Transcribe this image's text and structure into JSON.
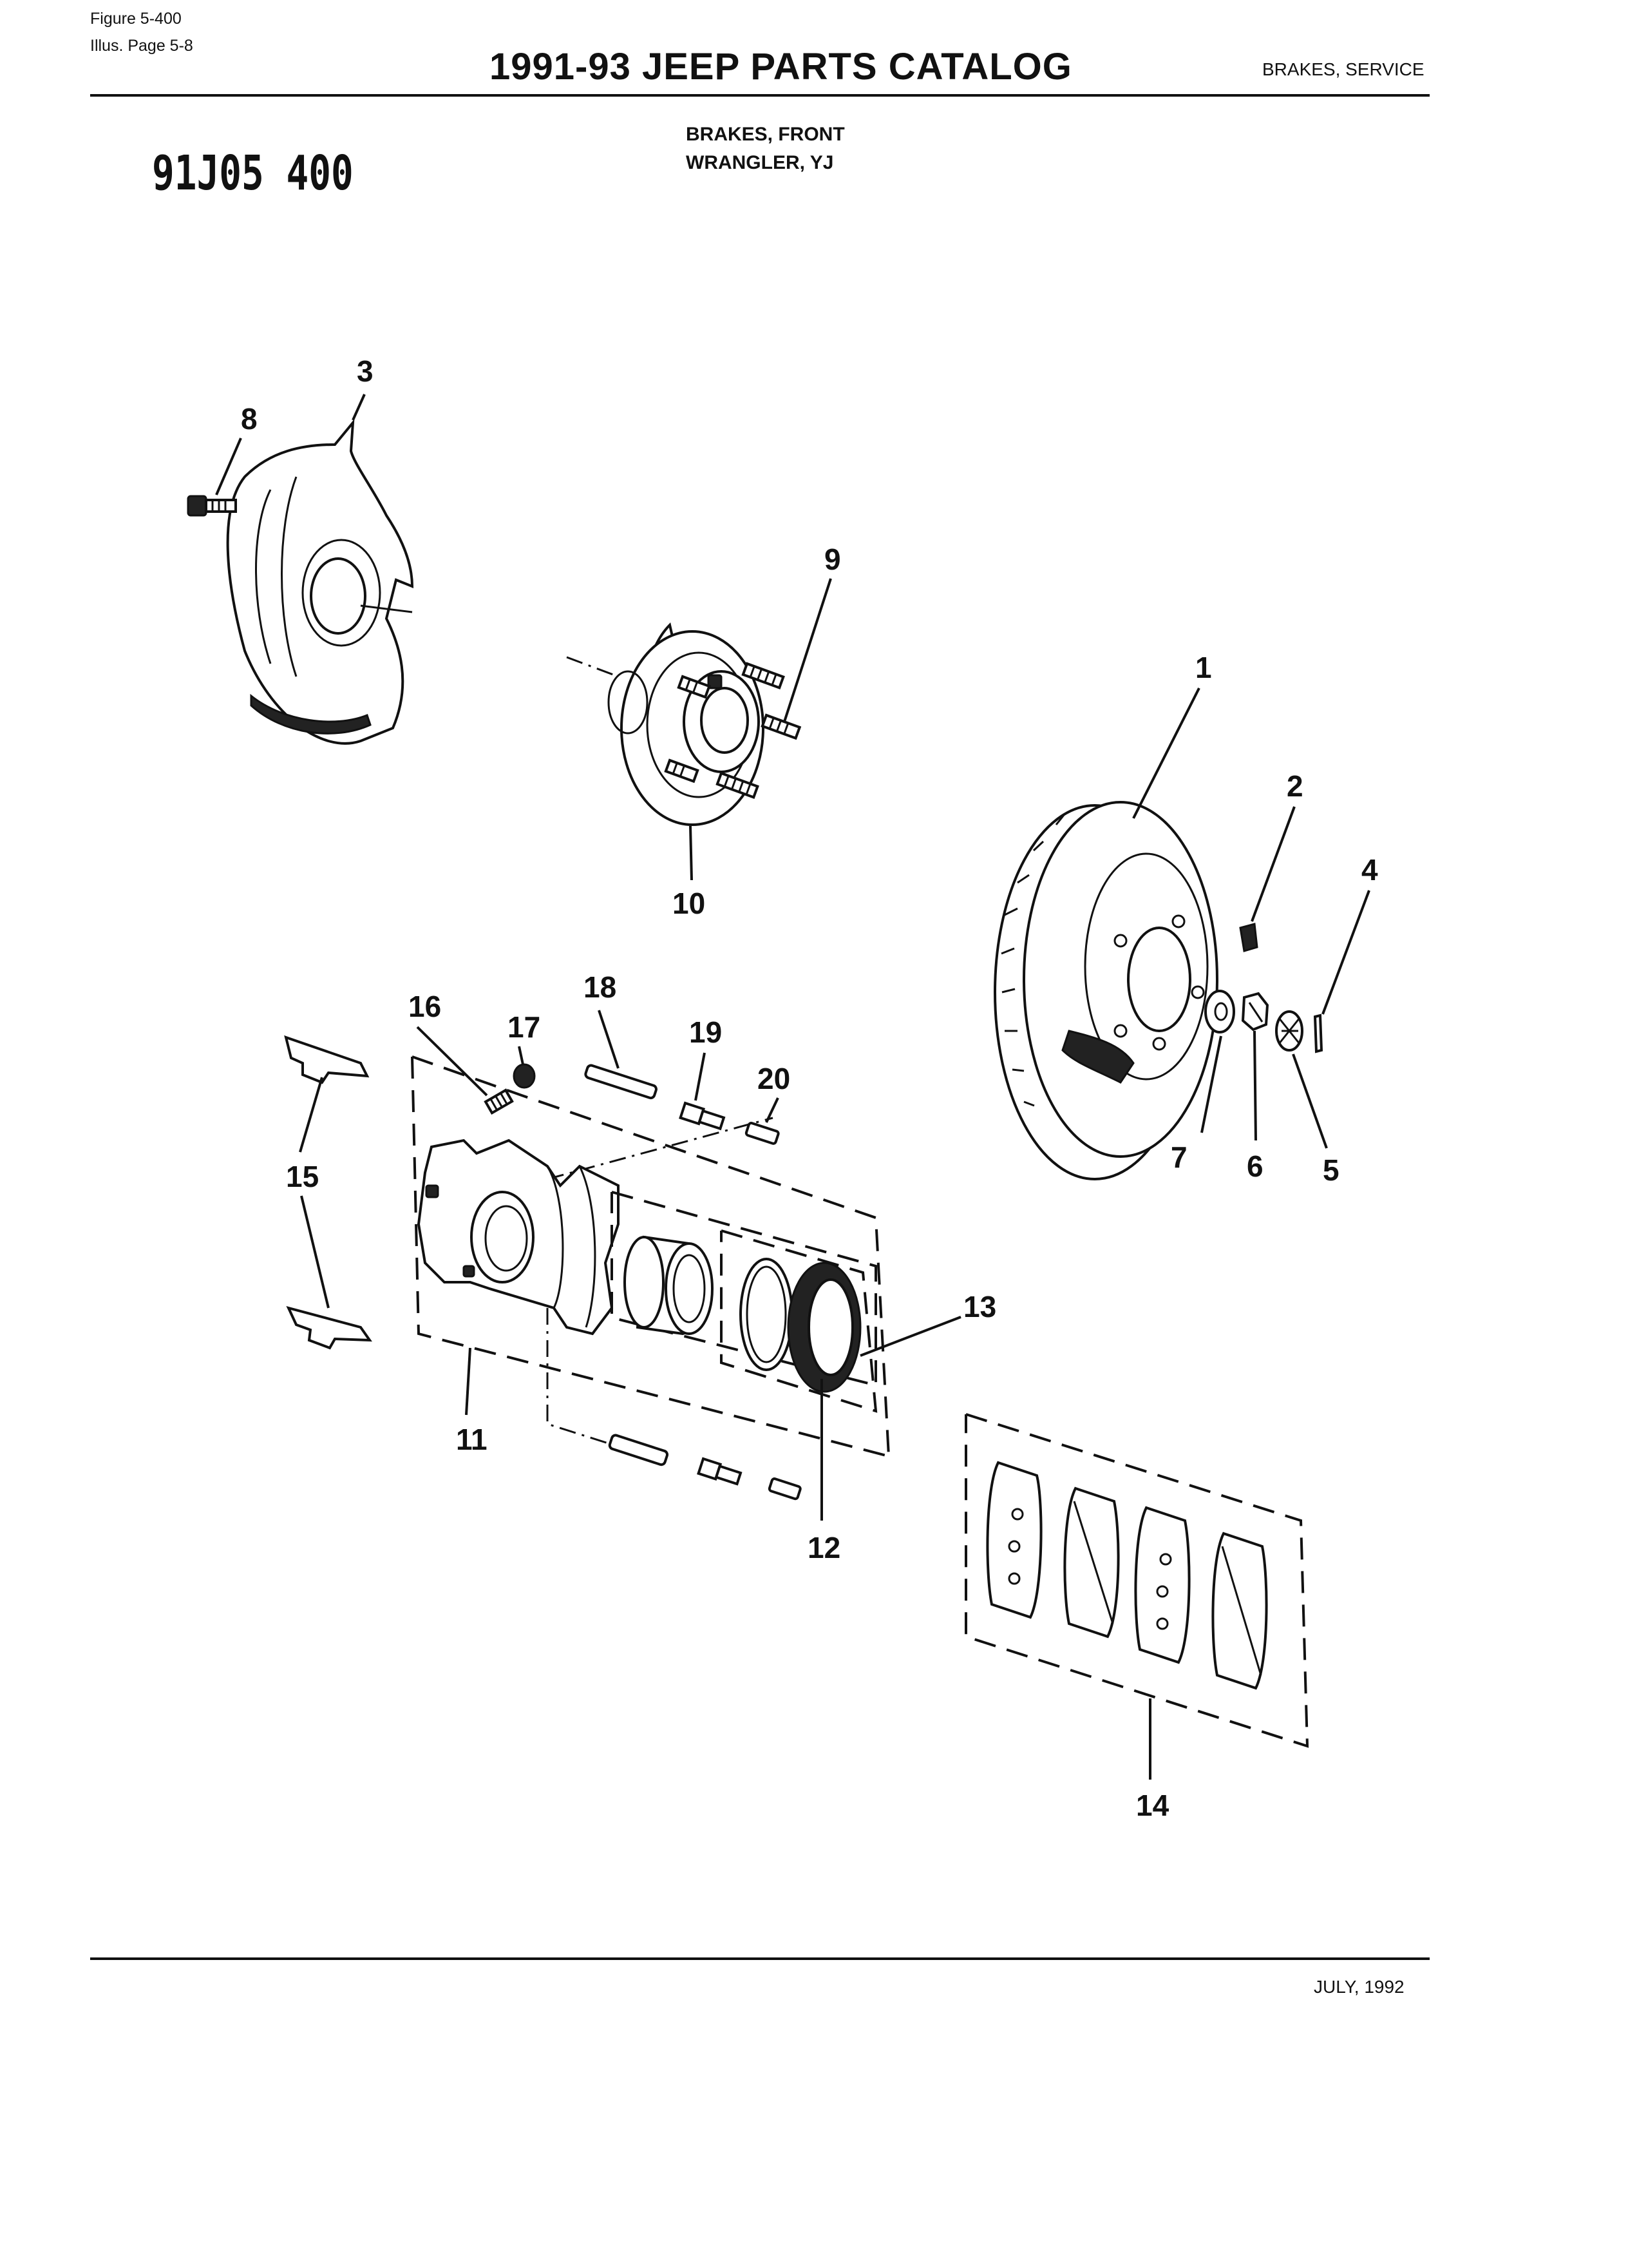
{
  "header": {
    "figure": "Figure 5-400",
    "illus": "Illus. Page 5-8",
    "title": "1991-93 JEEP PARTS CATALOG",
    "section": "BRAKES, SERVICE"
  },
  "drawing_number": "91J05 400",
  "subtitle": {
    "line1": "BRAKES, FRONT",
    "line2": "WRANGLER, YJ"
  },
  "callouts": [
    "1",
    "2",
    "3",
    "4",
    "5",
    "6",
    "7",
    "8",
    "9",
    "10",
    "11",
    "12",
    "13",
    "14",
    "15",
    "16",
    "17",
    "18",
    "19",
    "20"
  ],
  "footer": {
    "date": "JULY, 1992"
  }
}
